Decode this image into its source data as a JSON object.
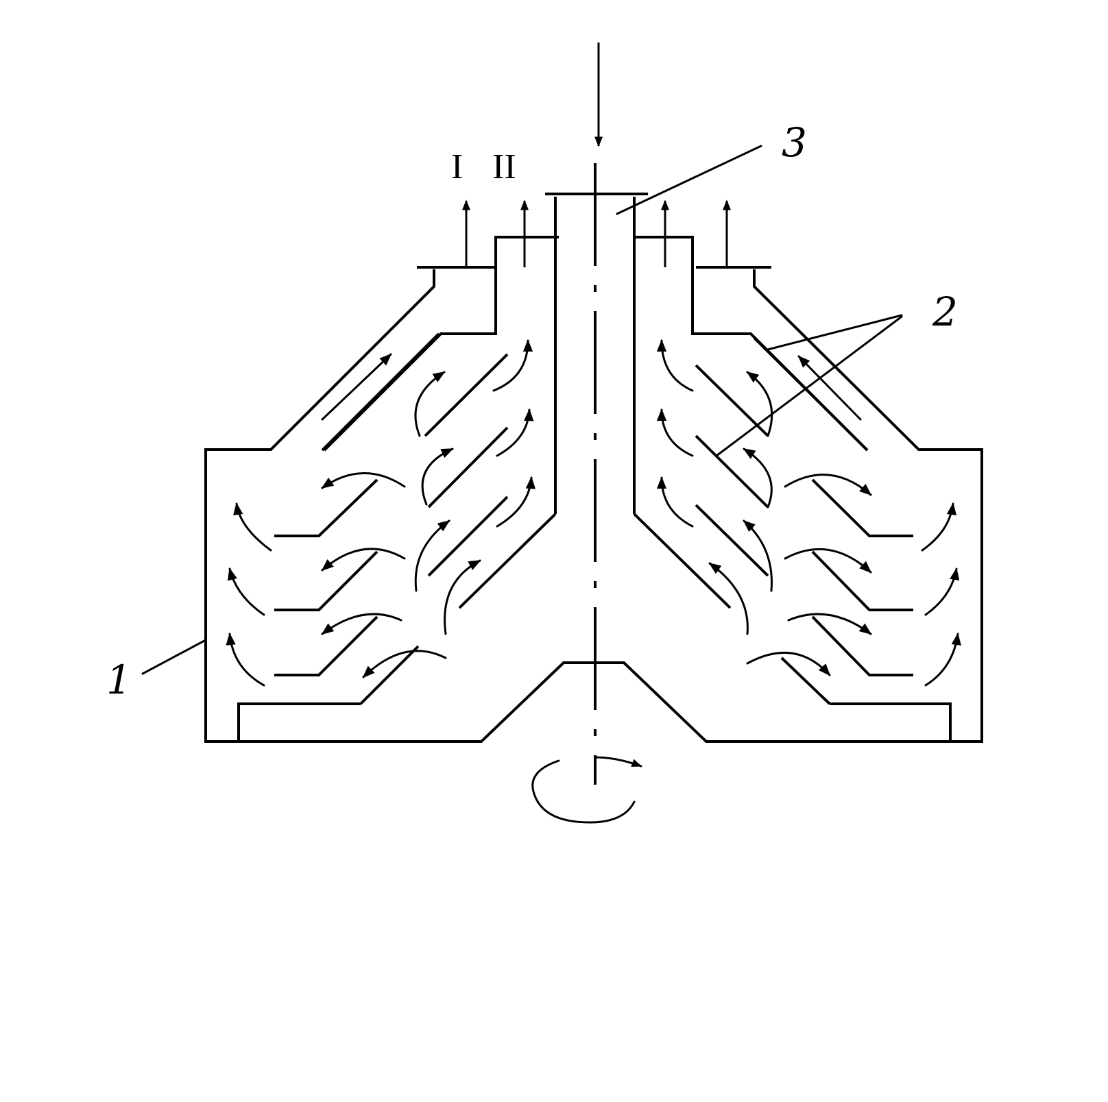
{
  "labels": {
    "housing": "1",
    "plates": "2",
    "feed_tube": "3",
    "outlet_I": "I",
    "outlet_II": "II"
  },
  "colors": {
    "ink": "#000000",
    "background": "#ffffff"
  },
  "icons": {
    "rotation": "rotation-arrow-icon",
    "feed": "down-arrow-icon",
    "outlet": "up-arrow-icon"
  }
}
